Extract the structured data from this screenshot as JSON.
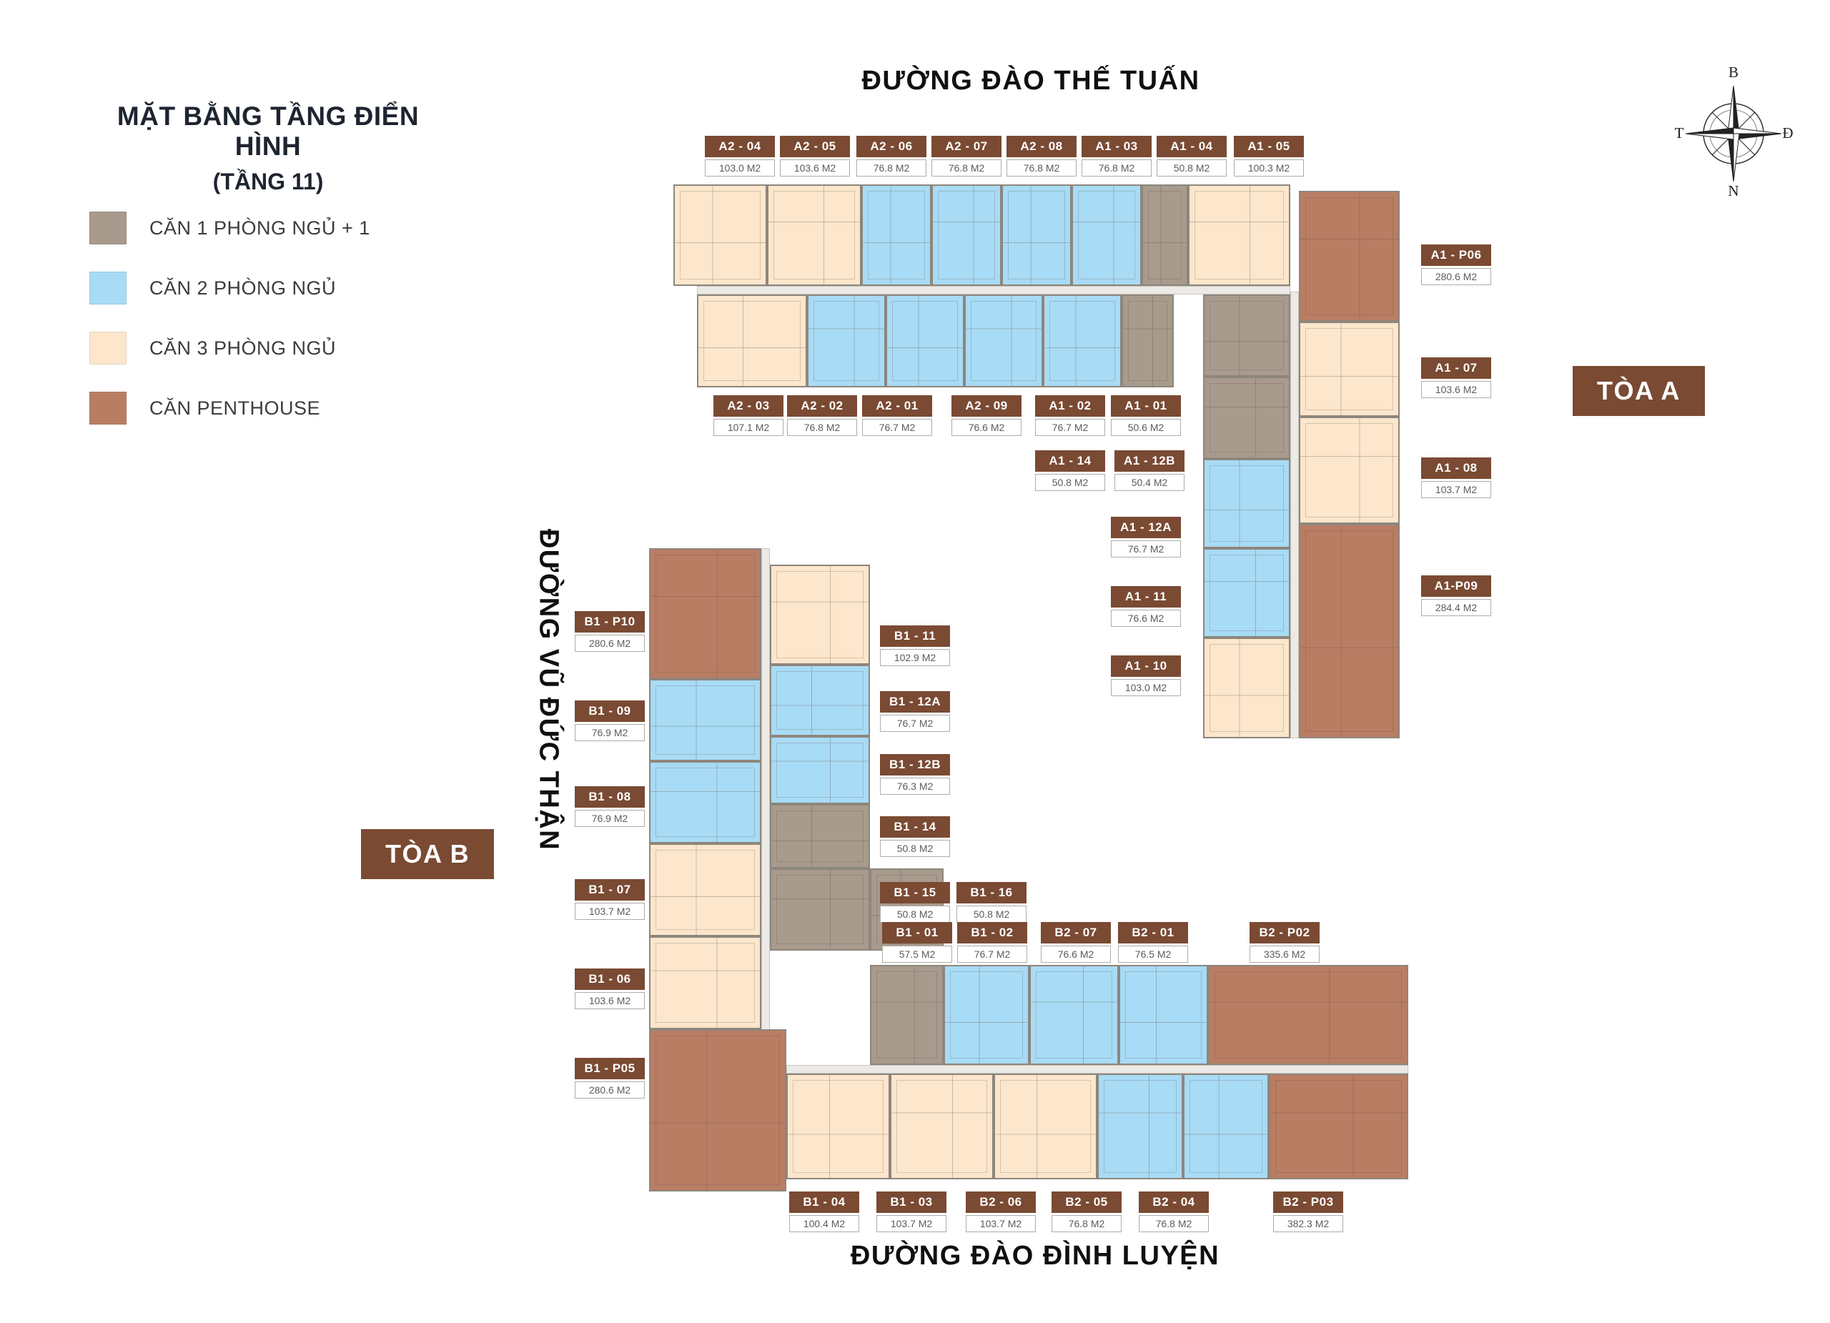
{
  "page": {
    "title_line1": "MẶT BẰNG TẦNG ĐIỂN HÌNH",
    "title_line2": "(TẦNG 11)"
  },
  "theme": {
    "brown": "#7a4a33"
  },
  "legend": {
    "type_colors": {
      "1pn": "#a89a8c",
      "2pn": "#a8dbf5",
      "3pn": "#fce6cc",
      "ph": "#b97d63"
    },
    "items": [
      {
        "type": "1pn",
        "label": "CĂN 1 PHÒNG NGỦ + 1"
      },
      {
        "type": "2pn",
        "label": "CĂN 2 PHÒNG NGỦ"
      },
      {
        "type": "3pn",
        "label": "CĂN 3 PHÒNG NGỦ"
      },
      {
        "type": "ph",
        "label": "CĂN PENTHOUSE"
      }
    ]
  },
  "streets": {
    "top": "ĐƯỜNG ĐÀO THẾ TUẤN",
    "left": "ĐƯỜNG VŨ ĐỨC THẬN",
    "bottom": "ĐƯỜNG ĐÀO ĐÌNH LUYỆN"
  },
  "towers": {
    "a": "TÒA A",
    "b": "TÒA B"
  },
  "compass": {
    "n": "B",
    "e": "Đ",
    "s": "N",
    "w": "T"
  },
  "plan": {
    "corridors": [
      [
        975,
        400,
        830,
        12
      ],
      [
        1805,
        408,
        12,
        625
      ],
      [
        1065,
        767,
        12,
        900
      ],
      [
        1100,
        1490,
        870,
        12
      ]
    ]
  },
  "units": [
    {
      "code": "A2 - 04",
      "area": "103.0 M2",
      "type": "3pn",
      "badge": [
        1035,
        190
      ],
      "block": [
        942,
        258,
        131,
        142
      ]
    },
    {
      "code": "A2 - 05",
      "area": "103.6 M2",
      "type": "3pn",
      "badge": [
        1140,
        190
      ],
      "block": [
        1073,
        258,
        132,
        142
      ]
    },
    {
      "code": "A2 - 06",
      "area": "76.8 M2",
      "type": "2pn",
      "badge": [
        1247,
        190
      ],
      "block": [
        1205,
        258,
        98,
        142
      ]
    },
    {
      "code": "A2 - 07",
      "area": "76.8 M2",
      "type": "2pn",
      "badge": [
        1352,
        190
      ],
      "block": [
        1303,
        258,
        98,
        142
      ]
    },
    {
      "code": "A2 - 08",
      "area": "76.8 M2",
      "type": "2pn",
      "badge": [
        1457,
        190
      ],
      "block": [
        1401,
        258,
        98,
        142
      ]
    },
    {
      "code": "A1 - 03",
      "area": "76.8 M2",
      "type": "2pn",
      "badge": [
        1562,
        190
      ],
      "block": [
        1499,
        258,
        98,
        142
      ]
    },
    {
      "code": "A1 - 04",
      "area": "50.8 M2",
      "type": "1pn",
      "badge": [
        1667,
        190
      ],
      "block": [
        1597,
        258,
        65,
        142
      ]
    },
    {
      "code": "A1 - 05",
      "area": "100.3 M2",
      "type": "3pn",
      "badge": [
        1775,
        190
      ],
      "block": [
        1662,
        258,
        143,
        142
      ]
    },
    {
      "code": "A2 - 03",
      "area": "107.1 M2",
      "type": "3pn",
      "badge": [
        1047,
        553
      ],
      "block": [
        975,
        412,
        154,
        130
      ]
    },
    {
      "code": "A2 - 02",
      "area": "76.8 M2",
      "type": "2pn",
      "badge": [
        1150,
        553
      ],
      "block": [
        1129,
        412,
        110,
        130
      ]
    },
    {
      "code": "A2 - 01",
      "area": "76.7 M2",
      "type": "2pn",
      "badge": [
        1255,
        553
      ],
      "block": [
        1239,
        412,
        110,
        130
      ]
    },
    {
      "code": "A2 - 09",
      "area": "76.6 M2",
      "type": "2pn",
      "badge": [
        1380,
        553
      ],
      "block": [
        1349,
        412,
        110,
        130
      ]
    },
    {
      "code": "A1 - 02",
      "area": "76.7 M2",
      "type": "2pn",
      "badge": [
        1497,
        553
      ],
      "block": [
        1459,
        412,
        110,
        130
      ]
    },
    {
      "code": "A1 - 01",
      "area": "50.6 M2",
      "type": "1pn",
      "badge": [
        1603,
        553
      ],
      "block": [
        1569,
        412,
        73,
        130
      ]
    },
    {
      "code": "A1 - 14",
      "area": "50.8 M2",
      "type": "1pn",
      "badge": [
        1497,
        630
      ],
      "block": [
        1683,
        412,
        122,
        115
      ]
    },
    {
      "code": "A1 - 12B",
      "area": "50.4 M2",
      "type": "1pn",
      "badge": [
        1608,
        630
      ],
      "block": [
        1683,
        527,
        122,
        115
      ]
    },
    {
      "code": "A1 - 12A",
      "area": "76.7 M2",
      "type": "2pn",
      "badge": [
        1603,
        723
      ],
      "block": [
        1683,
        642,
        122,
        125
      ]
    },
    {
      "code": "A1 - 11",
      "area": "76.6 M2",
      "type": "2pn",
      "badge": [
        1603,
        820
      ],
      "block": [
        1683,
        767,
        122,
        125
      ]
    },
    {
      "code": "A1 - 10",
      "area": "103.0 M2",
      "type": "3pn",
      "badge": [
        1603,
        917
      ],
      "block": [
        1683,
        892,
        122,
        141
      ]
    },
    {
      "code": "A1 - P06",
      "area": "280.6 M2",
      "type": "ph",
      "badge": [
        2037,
        342
      ],
      "block": [
        1817,
        267,
        141,
        183
      ]
    },
    {
      "code": "A1 - 07",
      "area": "103.6 M2",
      "type": "3pn",
      "badge": [
        2037,
        500
      ],
      "block": [
        1817,
        450,
        141,
        133
      ]
    },
    {
      "code": "A1 - 08",
      "area": "103.7 M2",
      "type": "3pn",
      "badge": [
        2037,
        640
      ],
      "block": [
        1817,
        583,
        141,
        150
      ]
    },
    {
      "code": "A1-P09",
      "area": "284.4 M2",
      "type": "ph",
      "badge": [
        2037,
        805
      ],
      "block": [
        1817,
        733,
        141,
        300
      ]
    },
    {
      "code": "B1 - P10",
      "area": "280.6 M2",
      "type": "ph",
      "badge": [
        853,
        855
      ],
      "block": [
        908,
        767,
        157,
        183
      ]
    },
    {
      "code": "B1 - 09",
      "area": "76.9 M2",
      "type": "2pn",
      "badge": [
        853,
        980
      ],
      "block": [
        908,
        950,
        157,
        115
      ]
    },
    {
      "code": "B1 - 08",
      "area": "76.9 M2",
      "type": "2pn",
      "badge": [
        853,
        1100
      ],
      "block": [
        908,
        1065,
        157,
        115
      ]
    },
    {
      "code": "B1 - 07",
      "area": "103.7 M2",
      "type": "3pn",
      "badge": [
        853,
        1230
      ],
      "block": [
        908,
        1180,
        157,
        130
      ]
    },
    {
      "code": "B1 - 06",
      "area": "103.6 M2",
      "type": "3pn",
      "badge": [
        853,
        1355
      ],
      "block": [
        908,
        1310,
        157,
        130
      ]
    },
    {
      "code": "B1 - P05",
      "area": "280.6 M2",
      "type": "ph",
      "badge": [
        853,
        1480
      ],
      "block": [
        908,
        1440,
        192,
        227
      ]
    },
    {
      "code": "B1 - 11",
      "area": "102.9 M2",
      "type": "3pn",
      "badge": [
        1280,
        875
      ],
      "block": [
        1077,
        790,
        140,
        140
      ]
    },
    {
      "code": "B1 - 12A",
      "area": "76.7 M2",
      "type": "2pn",
      "badge": [
        1280,
        967
      ],
      "block": [
        1077,
        930,
        140,
        100
      ]
    },
    {
      "code": "B1 - 12B",
      "area": "76.3 M2",
      "type": "2pn",
      "badge": [
        1280,
        1055
      ],
      "block": [
        1077,
        1030,
        140,
        95
      ]
    },
    {
      "code": "B1 - 14",
      "area": "50.8 M2",
      "type": "1pn",
      "badge": [
        1280,
        1142
      ],
      "block": [
        1077,
        1125,
        140,
        90
      ]
    },
    {
      "code": "B1 - 15",
      "area": "50.8 M2",
      "type": "1pn",
      "badge": [
        1280,
        1234
      ],
      "block": [
        1077,
        1215,
        140,
        115
      ]
    },
    {
      "code": "B1 - 16",
      "area": "50.8 M2",
      "type": "1pn",
      "badge": [
        1387,
        1234
      ],
      "block": [
        1217,
        1215,
        103,
        115
      ]
    },
    {
      "code": "B1 - 01",
      "area": "57.5 M2",
      "type": "1pn",
      "badge": [
        1283,
        1290
      ],
      "block": [
        1217,
        1350,
        103,
        140
      ]
    },
    {
      "code": "B1 - 02",
      "area": "76.7 M2",
      "type": "2pn",
      "badge": [
        1388,
        1290
      ],
      "block": [
        1320,
        1350,
        120,
        140
      ]
    },
    {
      "code": "B2 - 07",
      "area": "76.6 M2",
      "type": "2pn",
      "badge": [
        1505,
        1290
      ],
      "block": [
        1440,
        1350,
        125,
        140
      ]
    },
    {
      "code": "B2 - 01",
      "area": "76.5 M2",
      "type": "2pn",
      "badge": [
        1613,
        1290
      ],
      "block": [
        1565,
        1350,
        125,
        140
      ]
    },
    {
      "code": "B2 - P02",
      "area": "335.6 M2",
      "type": "ph",
      "badge": [
        1797,
        1290
      ],
      "block": [
        1690,
        1350,
        280,
        140
      ]
    },
    {
      "code": "B1 - 04",
      "area": "100.4 M2",
      "type": "3pn",
      "badge": [
        1153,
        1667
      ],
      "block": [
        1100,
        1502,
        145,
        148
      ]
    },
    {
      "code": "B1 - 03",
      "area": "103.7 M2",
      "type": "3pn",
      "badge": [
        1275,
        1667
      ],
      "block": [
        1245,
        1502,
        145,
        148
      ]
    },
    {
      "code": "B2 - 06",
      "area": "103.7 M2",
      "type": "3pn",
      "badge": [
        1400,
        1667
      ],
      "block": [
        1390,
        1502,
        145,
        148
      ]
    },
    {
      "code": "B2 - 05",
      "area": "76.8 M2",
      "type": "2pn",
      "badge": [
        1520,
        1667
      ],
      "block": [
        1535,
        1502,
        120,
        148
      ]
    },
    {
      "code": "B2 - 04",
      "area": "76.8 M2",
      "type": "2pn",
      "badge": [
        1642,
        1667
      ],
      "block": [
        1655,
        1502,
        120,
        148
      ]
    },
    {
      "code": "B2 - P03",
      "area": "382.3 M2",
      "type": "ph",
      "badge": [
        1830,
        1667
      ],
      "block": [
        1775,
        1502,
        195,
        148
      ]
    }
  ]
}
